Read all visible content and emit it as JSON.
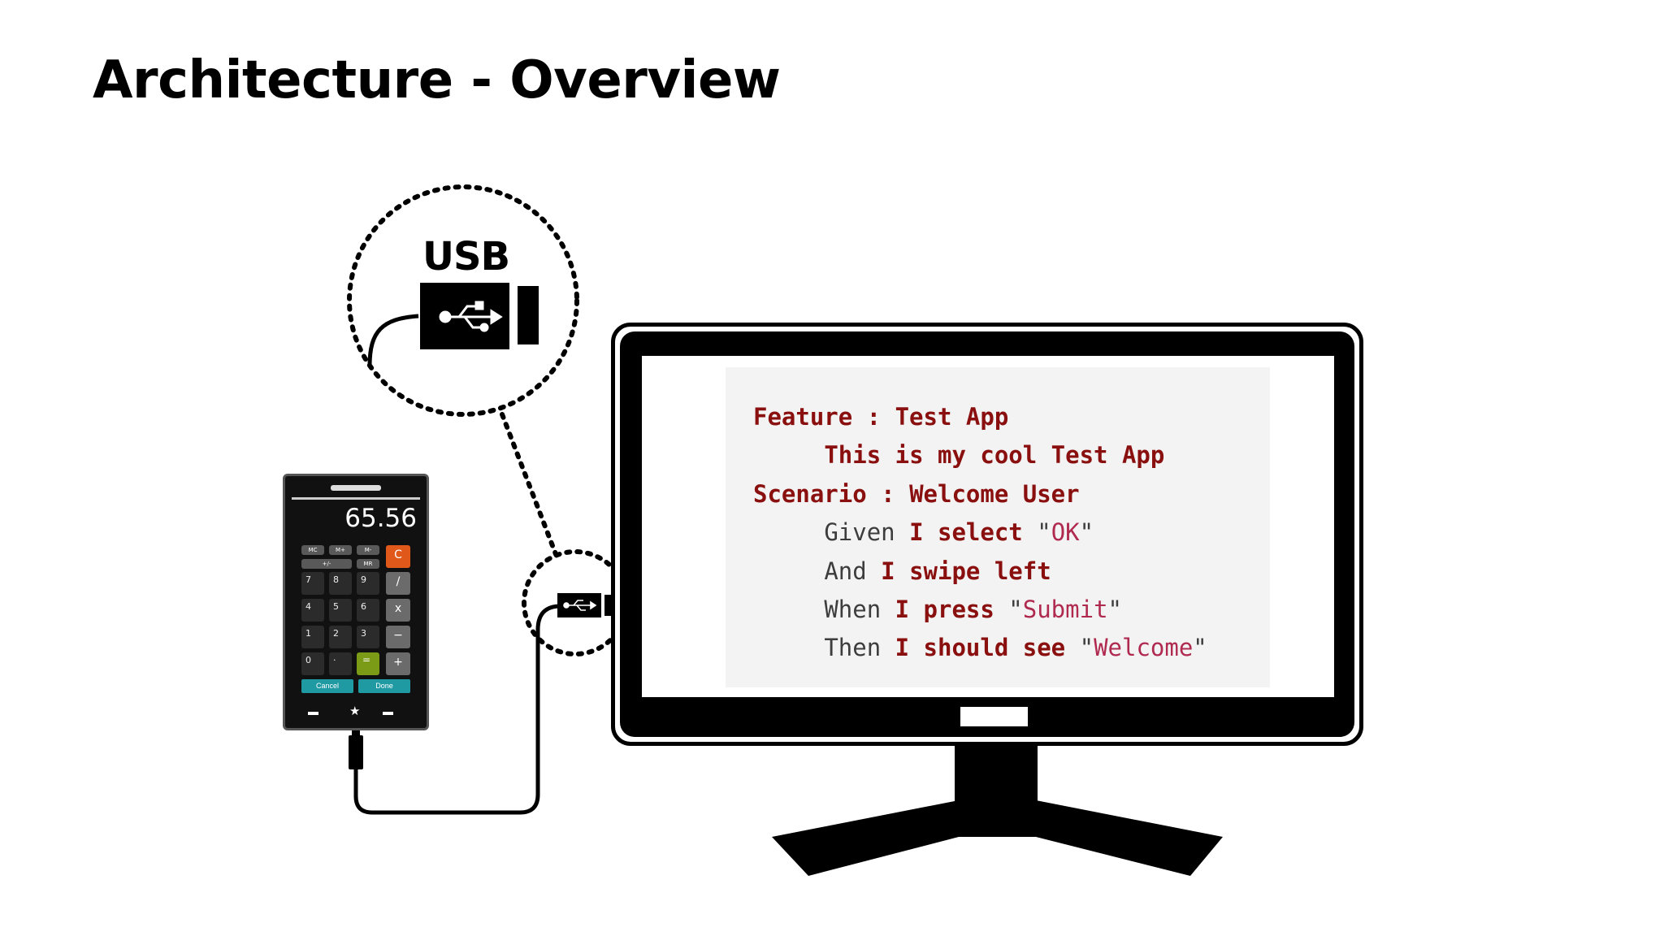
{
  "slide": {
    "title": "Architecture - Overview"
  },
  "usb": {
    "label": "USB"
  },
  "phone": {
    "display": "65.56",
    "memory_keys": [
      "MC",
      "M+",
      "M-"
    ],
    "memory_keys_row2": [
      "+/-",
      "MR"
    ],
    "clear_key": "C",
    "rows": [
      [
        "7",
        "8",
        "9",
        "/"
      ],
      [
        "4",
        "5",
        "6",
        "x"
      ],
      [
        "1",
        "2",
        "3",
        "−"
      ],
      [
        "0",
        "·",
        "=",
        "+"
      ]
    ],
    "cancel_label": "Cancel",
    "done_label": "Done"
  },
  "code": {
    "lines": [
      {
        "indent": "",
        "keyword": "Feature",
        "rest": " : Test App",
        "style": "red"
      },
      {
        "indent": "     ",
        "keyword": "",
        "rest": "This is my cool Test App",
        "style": "red"
      },
      {
        "indent": "",
        "keyword": "Scenario",
        "rest": " : Welcome User",
        "style": "red"
      },
      {
        "indent": "     ",
        "keyword": "Given",
        "rest": " I select ",
        "string": "OK",
        "style": "dark"
      },
      {
        "indent": "     ",
        "keyword": "And",
        "rest": " I swipe left",
        "style": "dark"
      },
      {
        "indent": "     ",
        "keyword": "When",
        "rest": " I press ",
        "string": "Submit",
        "style": "dark"
      },
      {
        "indent": "     ",
        "keyword": "Then",
        "rest": " I should see ",
        "string": "Welcome",
        "style": "dark"
      }
    ]
  },
  "colors": {
    "code_red": "#8a0f0f",
    "code_dark": "#3d3d3d",
    "code_string": "#b02a50",
    "clear_key": "#e0581a",
    "equals_key": "#7b9a16",
    "action_buttons": "#1f9aa3"
  }
}
